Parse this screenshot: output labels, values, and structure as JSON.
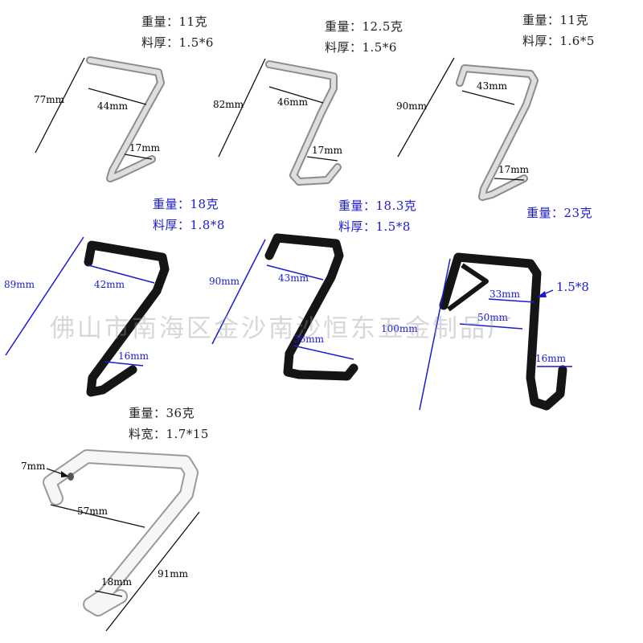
{
  "colors": {
    "spec_text": "#222222",
    "spec_text_blue": "#1a1ad0",
    "silver": "#c9c9c9",
    "black_hook": "#151515",
    "white_hook": "#f4f4f4",
    "watermark": "#9696a0"
  },
  "watermark": "佛山市南海区金沙南沙恒东五金制品厂",
  "products": [
    {
      "id": "silver-1",
      "finish": "silver",
      "weight": "重量：11克",
      "thickness": "料厚：1.5*6",
      "dims": {
        "height": "77mm",
        "width": "44mm",
        "tail": "17mm"
      }
    },
    {
      "id": "silver-2",
      "finish": "silver",
      "weight": "重量：12.5克",
      "thickness": "料厚：1.5*6",
      "dims": {
        "height": "82mm",
        "width": "46mm",
        "tail": "17mm"
      }
    },
    {
      "id": "silver-3",
      "finish": "silver",
      "weight": "重量：11克",
      "thickness": "料厚：1.6*5",
      "dims": {
        "height": "90mm",
        "width": "43mm",
        "tail": "17mm"
      }
    },
    {
      "id": "black-1",
      "finish": "black",
      "weight": "重量：18克",
      "thickness": "料厚：1.8*8",
      "dims": {
        "height": "89mm",
        "width": "42mm",
        "tail": "16mm"
      }
    },
    {
      "id": "black-2",
      "finish": "black",
      "weight": "重量：18.3克",
      "thickness": "料厚：1.5*8",
      "dims": {
        "height": "90mm",
        "width": "43mm",
        "tail": "36mm"
      }
    },
    {
      "id": "black-3",
      "finish": "black",
      "weight": "重量：23克",
      "dims": {
        "height": "100mm",
        "width": "50mm",
        "inner": "33mm",
        "tail": "16mm",
        "thickness_callout": "1.5*8"
      }
    },
    {
      "id": "white-1",
      "finish": "white",
      "weight": "重量：36克",
      "thickness": "料宽：1.7*15",
      "dims": {
        "height": "91mm",
        "width": "57mm",
        "tail": "18mm",
        "hole": "7mm"
      }
    }
  ]
}
